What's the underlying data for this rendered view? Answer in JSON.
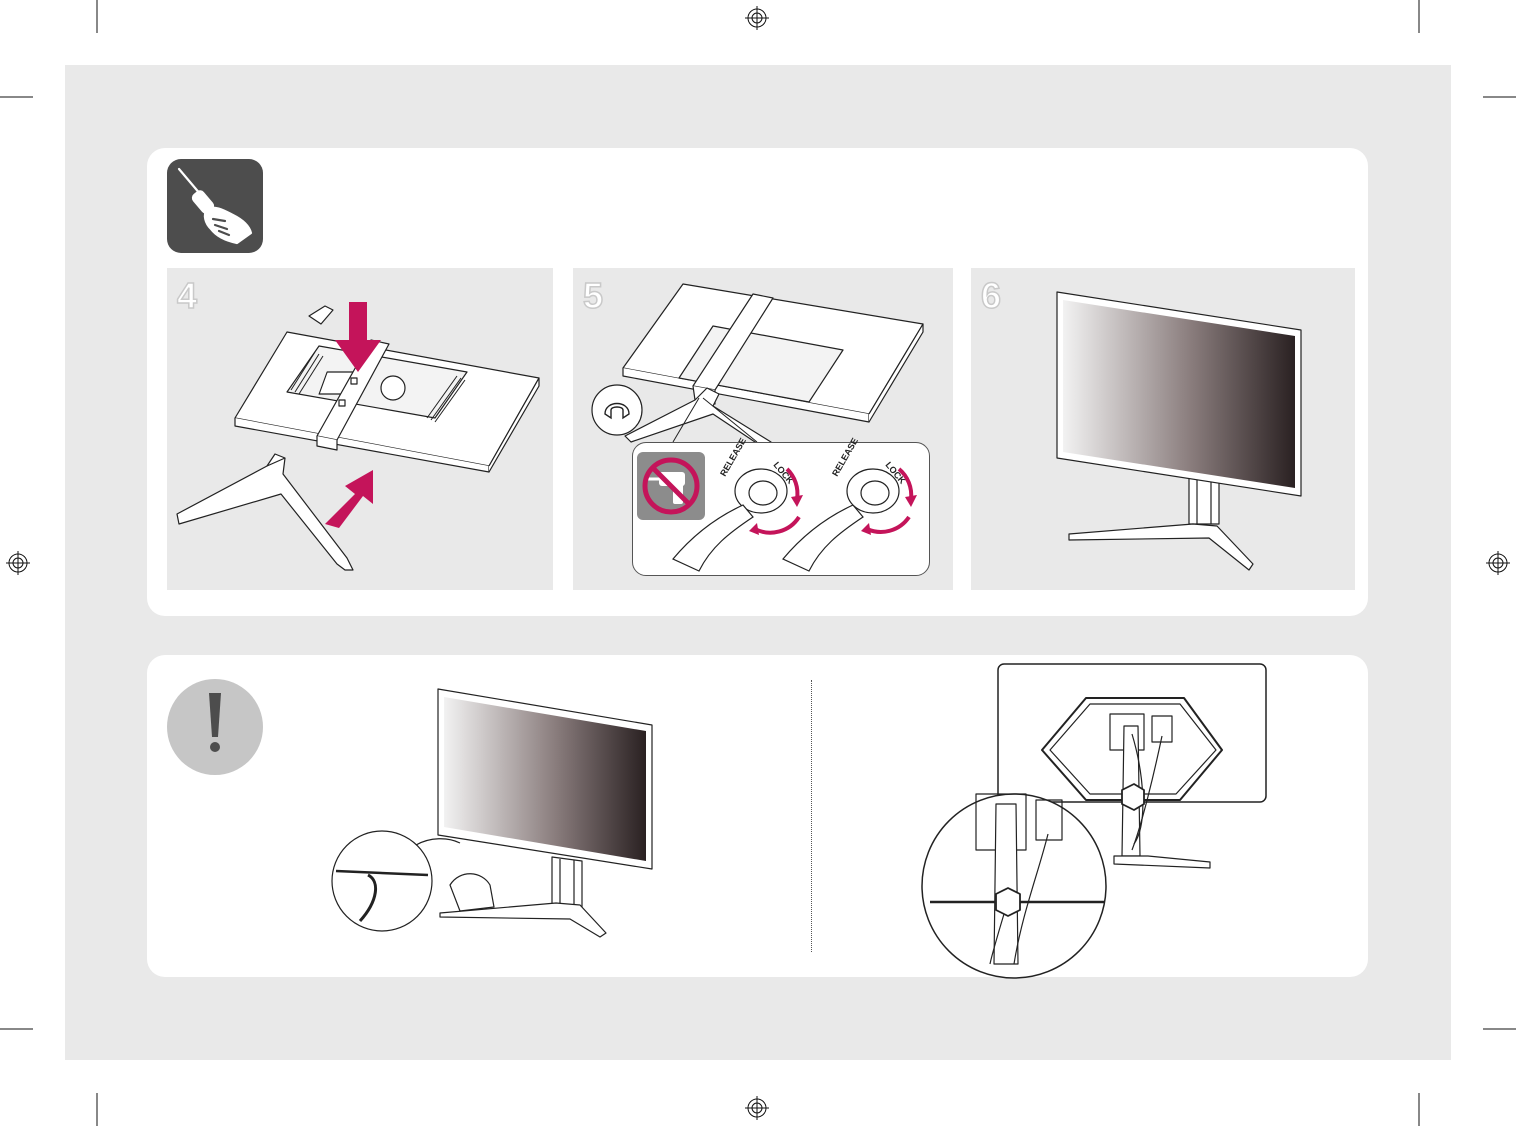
{
  "steps": [
    {
      "number": "4"
    },
    {
      "number": "5"
    },
    {
      "number": "6"
    }
  ],
  "step5_labels": {
    "release_left": "RELEASE",
    "lock_left": "LOCK",
    "release_right": "RELEASE",
    "lock_right": "LOCK"
  },
  "icons": {
    "tool": "screwdriver-hand-icon",
    "caution": "exclamation-icon",
    "prohibited": "no-power-drill-icon",
    "registration": "registration-mark-icon"
  },
  "colors": {
    "accent": "#c4145a",
    "sheet": "#e9e9e9",
    "icon_dark": "#4d4d4d",
    "icon_light": "#c6c6c6"
  }
}
